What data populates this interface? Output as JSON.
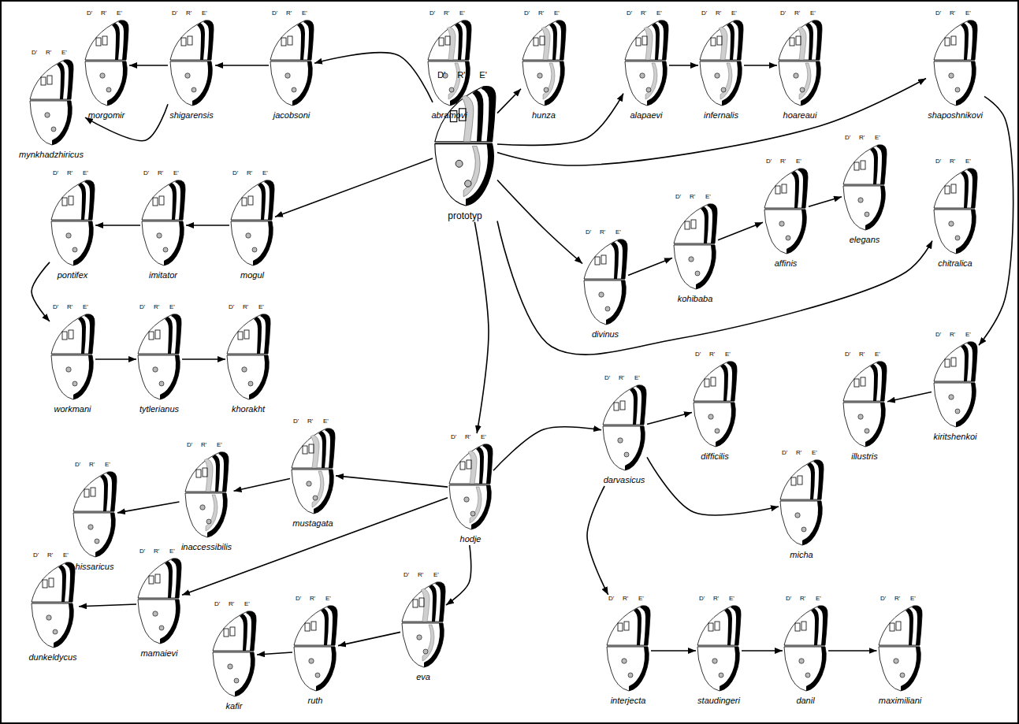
{
  "diagram": {
    "nodes": [
      {
        "text": [
          "mynkhadzhiricus"
        ]
      },
      {
        "text": [
          "morgomir"
        ]
      },
      {
        "text": [
          "shigarensis"
        ]
      },
      {
        "text": [
          "jacobsoni"
        ]
      },
      {
        "text": [
          "abramovi"
        ]
      },
      {
        "text": [
          "hunza"
        ]
      },
      {
        "text": [
          "alapaevi"
        ]
      },
      {
        "text": [
          "infernalis"
        ]
      },
      {
        "text": [
          "hoareaui"
        ]
      },
      {
        "text": [
          "shaposhnikovi"
        ]
      },
      {
        "text": [
          "pontifex"
        ]
      },
      {
        "text": [
          "imitator"
        ]
      },
      {
        "text": [
          "mogul"
        ]
      },
      {
        "text": [
          "prototyp"
        ]
      },
      {
        "text": [
          "divinus"
        ]
      },
      {
        "text": [
          "kohibaba"
        ]
      },
      {
        "text": [
          "affinis"
        ]
      },
      {
        "text": [
          "elegans"
        ]
      },
      {
        "text": [
          "chitralica"
        ]
      },
      {
        "text": [
          "workmani"
        ]
      },
      {
        "text": [
          "tytlerianus"
        ]
      },
      {
        "text": [
          "khorakht"
        ]
      },
      {
        "text": [
          "kiritshenkoi"
        ]
      },
      {
        "text": [
          "illustris"
        ]
      },
      {
        "text": [
          "difficilis"
        ]
      },
      {
        "text": [
          "darvasicus"
        ]
      },
      {
        "text": [
          "micha"
        ]
      },
      {
        "text": [
          "hissaricus"
        ]
      },
      {
        "text": [
          "inaccessibilis"
        ]
      },
      {
        "text": [
          "mustagata"
        ]
      },
      {
        "text": [
          "hodje"
        ]
      },
      {
        "text": [
          "dunkeldycus"
        ]
      },
      {
        "text": [
          "mamaievi"
        ]
      },
      {
        "text": [
          "kafir"
        ]
      },
      {
        "text": [
          "ruth"
        ]
      },
      {
        "text": [
          "eva"
        ]
      },
      {
        "text": [
          "interjecta"
        ]
      },
      {
        "text": [
          "staudingeri"
        ]
      },
      {
        "text": [
          "danil"
        ]
      },
      {
        "text": [
          "maximiliani"
        ]
      }
    ],
    "edges": [
      {
        "from": 13,
        "to": 3,
        "arrow": "to"
      },
      {
        "from": 3,
        "to": 2,
        "arrow": "to"
      },
      {
        "from": 2,
        "to": 1,
        "arrow": "to"
      },
      {
        "from": 2,
        "to": 0,
        "arrow": "to"
      },
      {
        "from": 13,
        "to": 4,
        "arrow": "to"
      },
      {
        "from": 13,
        "to": 5,
        "arrow": "to"
      },
      {
        "from": 13,
        "to": 6,
        "arrow": "to"
      },
      {
        "from": 6,
        "to": 7,
        "arrow": "to"
      },
      {
        "from": 7,
        "to": 8,
        "arrow": "to"
      },
      {
        "from": 13,
        "to": 9,
        "arrow": "to"
      },
      {
        "from": 9,
        "to": 22,
        "arrow": "to"
      },
      {
        "from": 22,
        "to": 23,
        "arrow": "to"
      },
      {
        "from": 13,
        "to": 12,
        "arrow": "to"
      },
      {
        "from": 12,
        "to": 11,
        "arrow": "to"
      },
      {
        "from": 11,
        "to": 10,
        "arrow": "to"
      },
      {
        "from": 10,
        "to": 19,
        "arrow": "to"
      },
      {
        "from": 19,
        "to": 20,
        "arrow": "to"
      },
      {
        "from": 20,
        "to": 21,
        "arrow": "to"
      },
      {
        "from": 13,
        "to": 14,
        "arrow": "to"
      },
      {
        "from": 14,
        "to": 15,
        "arrow": "to"
      },
      {
        "from": 15,
        "to": 16,
        "arrow": "to"
      },
      {
        "from": 16,
        "to": 17,
        "arrow": "to"
      },
      {
        "from": 13,
        "to": 18,
        "arrow": "to"
      },
      {
        "from": 13,
        "to": 30,
        "arrow": "to"
      },
      {
        "from": 30,
        "to": 25,
        "arrow": "to"
      },
      {
        "from": 25,
        "to": 24,
        "arrow": "to"
      },
      {
        "from": 25,
        "to": 26,
        "arrow": "to"
      },
      {
        "from": 25,
        "to": 36,
        "arrow": "to"
      },
      {
        "from": 36,
        "to": 37,
        "arrow": "to"
      },
      {
        "from": 37,
        "to": 38,
        "arrow": "to"
      },
      {
        "from": 38,
        "to": 39,
        "arrow": "to"
      },
      {
        "from": 30,
        "to": 29,
        "arrow": "to"
      },
      {
        "from": 29,
        "to": 28,
        "arrow": "to"
      },
      {
        "from": 28,
        "to": 27,
        "arrow": "to"
      },
      {
        "from": 30,
        "to": 32,
        "arrow": "to"
      },
      {
        "from": 32,
        "to": 31,
        "arrow": "to"
      },
      {
        "from": 30,
        "to": 35,
        "arrow": "to"
      },
      {
        "from": 35,
        "to": 34,
        "arrow": "to"
      },
      {
        "from": 34,
        "to": 33,
        "arrow": "to"
      }
    ],
    "labels": [
      "D'",
      "R'",
      "E'",
      "D'",
      "R'",
      "E'",
      "D'",
      "R'",
      "E'",
      "D'",
      "R'",
      "E'",
      "D'",
      "R'",
      "E'",
      "D'",
      "R'",
      "E'",
      "D'",
      "R'",
      "E'",
      "D'",
      "R'",
      "E'",
      "D'",
      "R'",
      "E'",
      "D'",
      "R'",
      "E'",
      "D'",
      "R'",
      "E'",
      "D'",
      "R'",
      "E'",
      "D'",
      "R'",
      "E'",
      "D'",
      "R'",
      "E'",
      "D'",
      "R'",
      "E'",
      "D'",
      "R'",
      "E'",
      "D'",
      "R'",
      "E'",
      "D'",
      "R'",
      "E'",
      "D'",
      "R'",
      "E'",
      "D'",
      "R'",
      "E'",
      "D'",
      "R'",
      "E'",
      "D'",
      "R'",
      "E'",
      "D'",
      "R'",
      "E'",
      "D'",
      "R'",
      "E'",
      "D'",
      "R'",
      "E'",
      "D'",
      "R'",
      "E'",
      "D'",
      "R'",
      "E'",
      "D'",
      "R'",
      "E'",
      "D'",
      "R'",
      "E'",
      "D'",
      "R'",
      "E'",
      "D'",
      "R'",
      "E'",
      "D'",
      "R'",
      "E'",
      "D'",
      "R'",
      "E'",
      "D'",
      "R'",
      "E'",
      "D'",
      "R'",
      "E'",
      "D'",
      "R'",
      "E'",
      "D'",
      "R'",
      "E'",
      "D'",
      "R'",
      "E'",
      "D'",
      "R'",
      "E'",
      "D'",
      "R'",
      "E'"
    ]
  }
}
